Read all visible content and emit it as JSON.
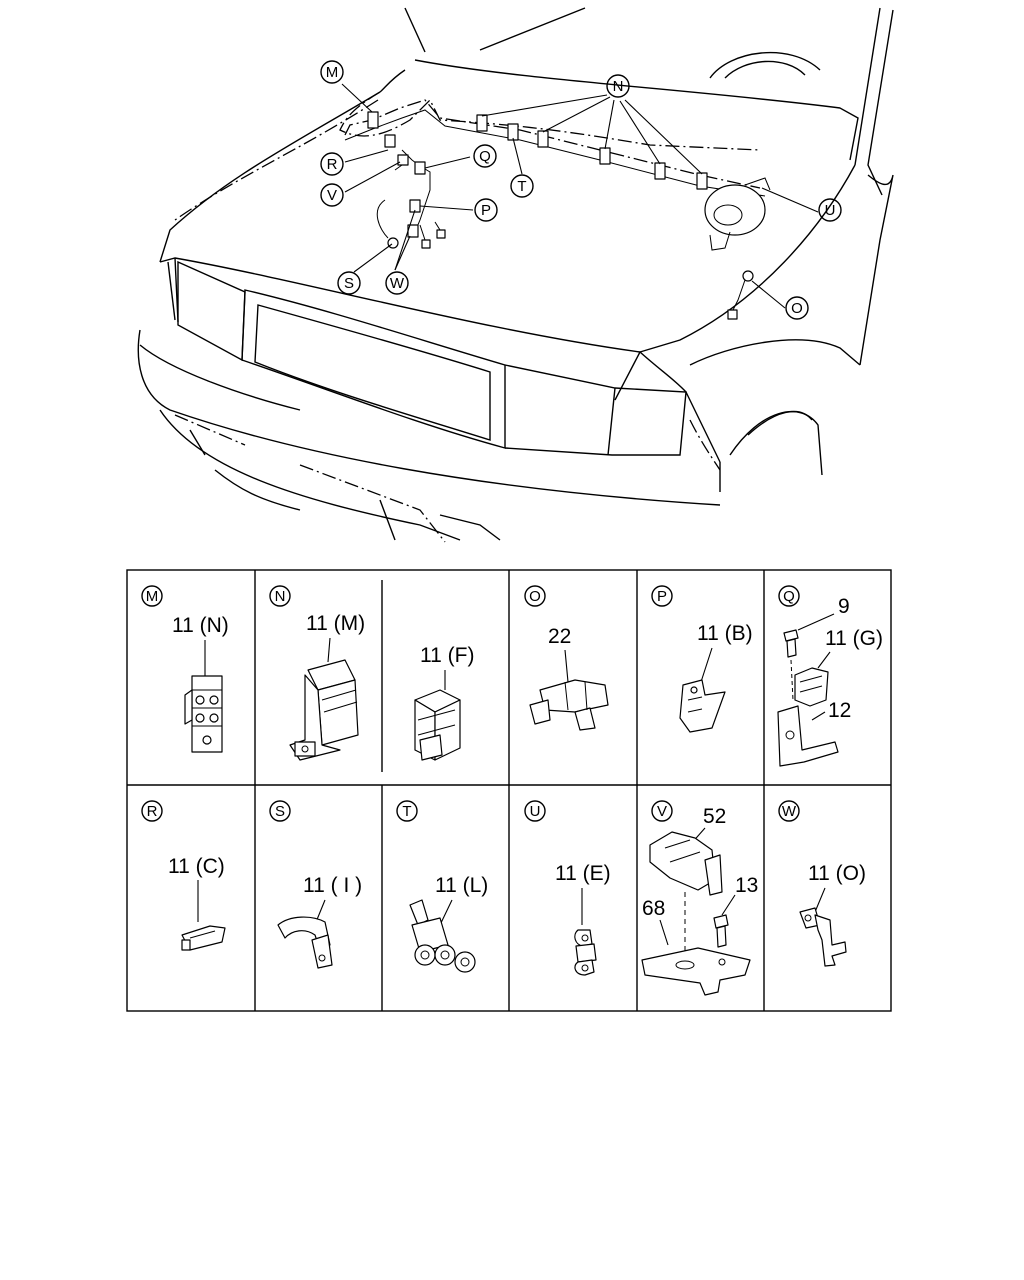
{
  "overview_callouts": [
    "M",
    "N",
    "Q",
    "R",
    "V",
    "P",
    "T",
    "U",
    "S",
    "W",
    "O"
  ],
  "panels": [
    {
      "letter": "M",
      "labels": [
        "11 (N)"
      ]
    },
    {
      "letter": "N",
      "labels": [
        "11 (M)",
        "11 (F)"
      ]
    },
    {
      "letter": "O",
      "labels": [
        "22"
      ]
    },
    {
      "letter": "P",
      "labels": [
        "11 (B)"
      ]
    },
    {
      "letter": "Q",
      "labels": [
        "9",
        "11 (G)",
        "12"
      ]
    },
    {
      "letter": "R",
      "labels": [
        "11 (C)"
      ]
    },
    {
      "letter": "S",
      "labels": [
        "11 ( I )"
      ]
    },
    {
      "letter": "T",
      "labels": [
        "11 (L)"
      ]
    },
    {
      "letter": "U",
      "labels": [
        "11 (E)"
      ]
    },
    {
      "letter": "V",
      "labels": [
        "52",
        "13",
        "68"
      ]
    },
    {
      "letter": "W",
      "labels": [
        "11 (O)"
      ]
    }
  ]
}
